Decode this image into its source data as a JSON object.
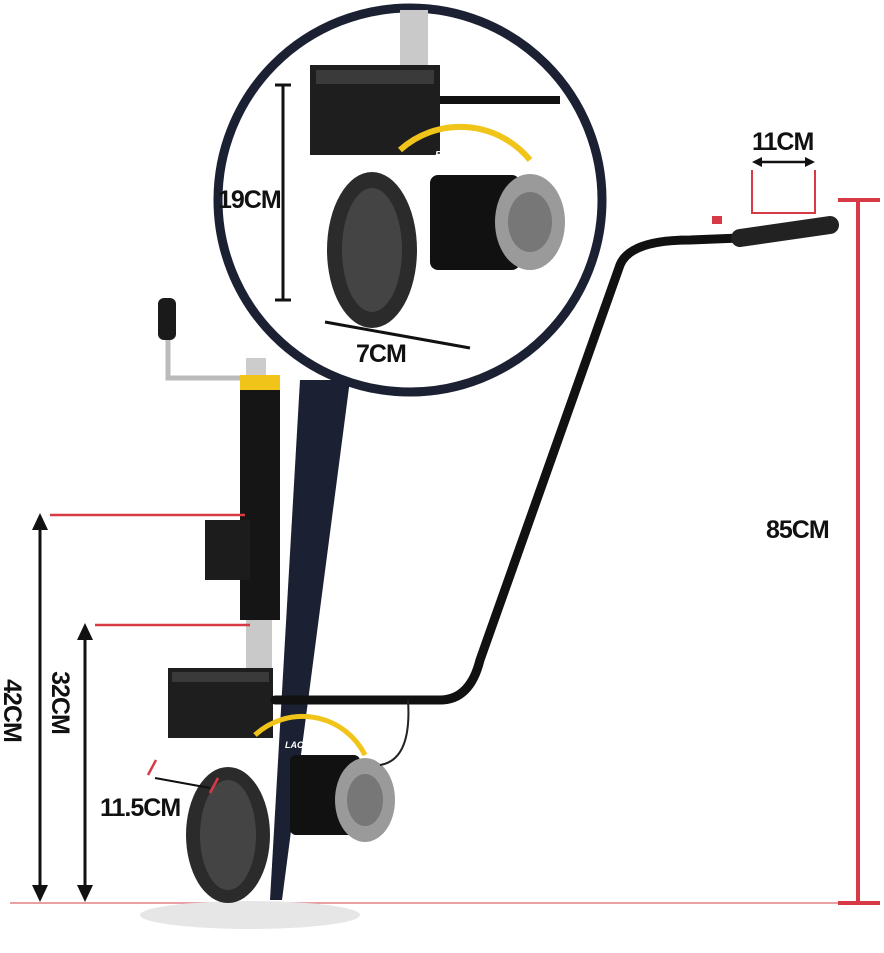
{
  "product": {
    "brand_lettering": "BLACK SERIES",
    "brand_lettering_lower": "LACK SERIES"
  },
  "dimensions": {
    "handle_grip_width": "11CM",
    "overall_height": "85CM",
    "motor_housing_height": "19CM",
    "wheel_width": "7CM",
    "max_height": "42CM",
    "min_height": "32CM",
    "wheel_clearance": "11.5CM"
  },
  "colors": {
    "dimension_line_red": "#d83a45",
    "arrow_black": "#111111",
    "inset_border_navy": "#1b2033",
    "accent_yellow": "#f0c419"
  }
}
